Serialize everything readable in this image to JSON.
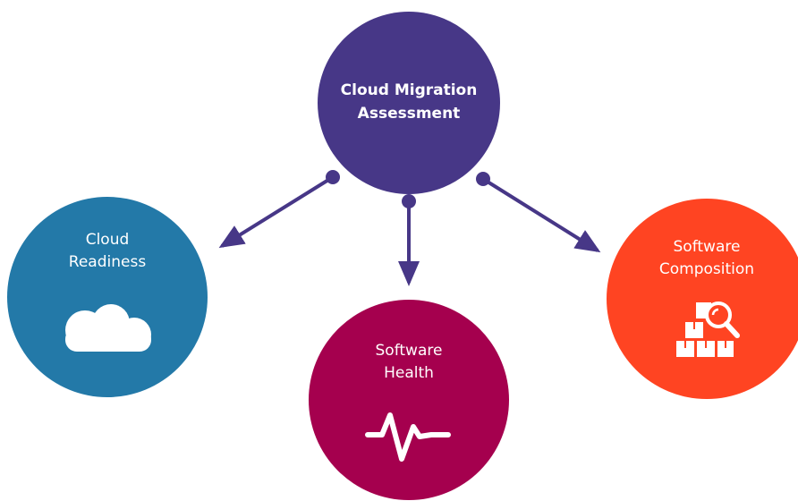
{
  "colors": {
    "connector": "#473787",
    "assessment": "#473787",
    "cloud_readiness": "#2379A8",
    "software_health": "#A5004E",
    "software_composition": "#FF4422"
  },
  "center": {
    "line1": "Cloud Migration",
    "line2": "Assessment"
  },
  "nodes": {
    "cloud_readiness": {
      "line1": "Cloud",
      "line2": "Readiness",
      "icon": "cloud-icon"
    },
    "software_health": {
      "line1": "Software",
      "line2": "Health",
      "icon": "heartbeat-icon"
    },
    "software_composition": {
      "line1": "Software",
      "line2": "Composition",
      "icon": "package-inspect-icon"
    }
  }
}
